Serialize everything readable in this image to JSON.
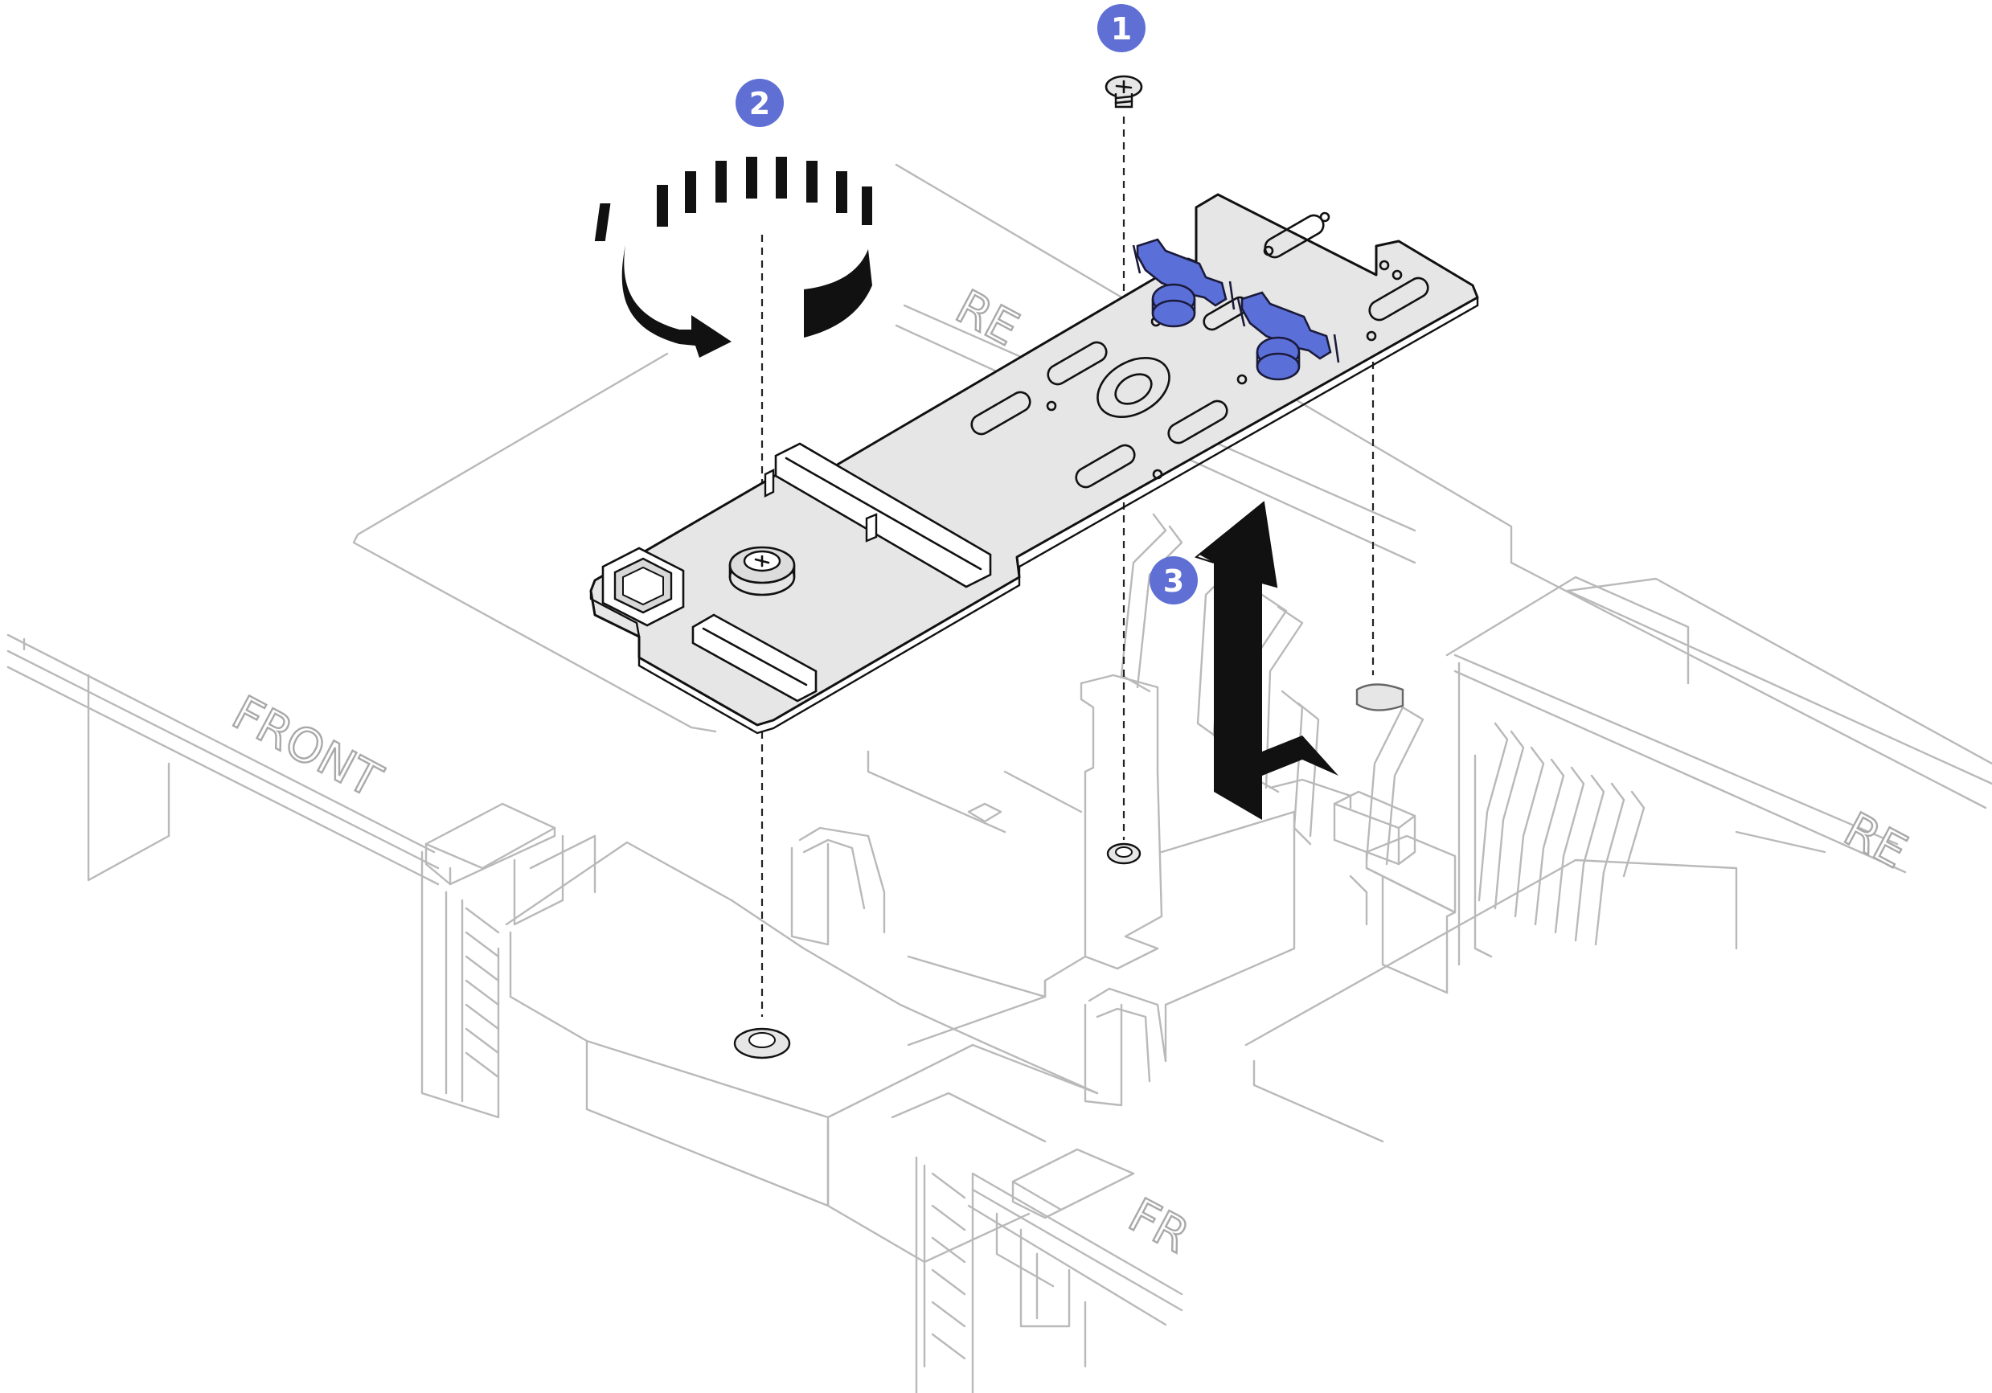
{
  "callouts": [
    {
      "number": "1",
      "meaning": "remove screw"
    },
    {
      "number": "2",
      "meaning": "loosen captive screw"
    },
    {
      "number": "3",
      "meaning": "lift adapter"
    }
  ],
  "labels": {
    "front_left": "FRONT",
    "front_bottom": "FR",
    "rear_top": "RE",
    "rear_right": "RE"
  },
  "colors": {
    "callout": "#5f6fd4",
    "latch": "#5b6fd8",
    "board": "#e6e6e6",
    "line": "#b9b9b9"
  },
  "icons": [
    "screw-icon",
    "rotate-arrow-icon",
    "lift-arrow-icon"
  ]
}
